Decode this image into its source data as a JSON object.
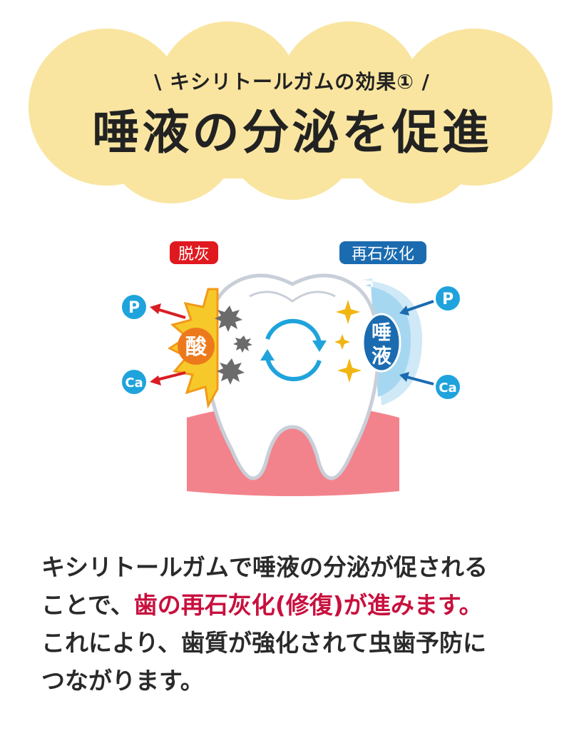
{
  "header": {
    "subtitle": "\\ キシリトールガムの効果① /",
    "title": "唾液の分泌を促進"
  },
  "diagram": {
    "badge_demineralization": "脱灰",
    "badge_remineralization": "再石灰化",
    "acid_label": "酸",
    "saliva_label_top": "唾",
    "saliva_label_bottom": "液",
    "mineral_p": "P",
    "mineral_ca": "Ca"
  },
  "body": {
    "line1": "キシリトールガムで唾液の分泌が促される",
    "line2_prefix": "ことで、",
    "line2_highlight": "歯の再石灰化(修復)が進みます。",
    "line3": "これにより、歯質が強化されて虫歯予防に",
    "line4": "つながります。"
  },
  "colors": {
    "cloud": "#f9e5a0",
    "red_badge": "#e0191f",
    "blue_badge": "#1b6bb0",
    "mineral_circle": "#1fa3dc",
    "acid_orange": "#ec7a1c",
    "gum_pink": "#f2838c",
    "highlight_text": "#c8103e"
  },
  "icons": [
    "star-burst-icon",
    "sparkle-icon",
    "arrow-icon",
    "cycle-arrows-icon"
  ]
}
